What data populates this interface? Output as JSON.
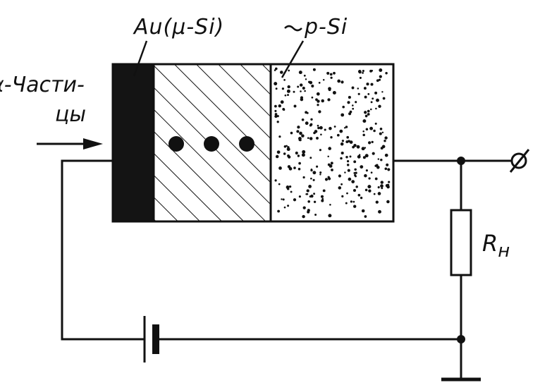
{
  "labels": {
    "top_left": "Au(μ-Si)",
    "top_right": "p-Si",
    "particles_line1": "α-Части-",
    "particles_line2": "цы",
    "resistor": "R",
    "resistor_sub": "н",
    "output_terminal": "Ø"
  },
  "colors": {
    "ink": "#111111",
    "background": "#ffffff",
    "contact_fill": "#141414"
  },
  "depletion_carriers": 3
}
